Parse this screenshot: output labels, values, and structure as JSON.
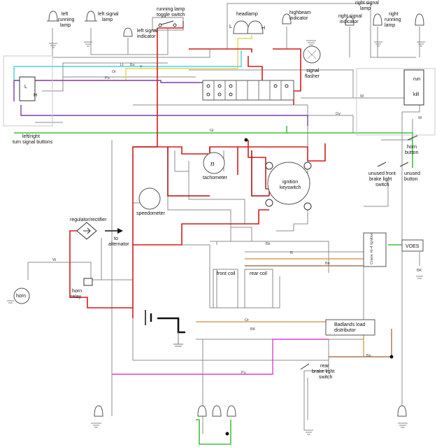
{
  "labels": {
    "left_running_lamp": [
      "left",
      "running",
      "lamp"
    ],
    "left_signal_lamp": [
      "left signal",
      "lamp"
    ],
    "left_signal_indicator": [
      "left signal",
      "indicator"
    ],
    "running_lamp_toggle": [
      "running lamp",
      "toggle switch"
    ],
    "headlamp": "headlamp",
    "highbeam_indicator": [
      "highbeam",
      "indicator"
    ],
    "right_signal_indicator": [
      "right signal",
      "indicator"
    ],
    "right_signal_lamp": [
      "right signal",
      "lamp"
    ],
    "right_running_lamp": [
      "right",
      "running",
      "lamp"
    ],
    "signal_flasher": [
      "signal",
      "flasher"
    ],
    "run": "run",
    "kill": "kill",
    "horn_button": [
      "horn",
      "button"
    ],
    "unused_front_brake": [
      "unused front",
      "brake light",
      "switch"
    ],
    "unused_button": [
      "unused",
      "button"
    ],
    "left_right_buttons": [
      "left/right",
      "turn signal buttons"
    ],
    "tachometer": "tachometer",
    "tach_symbol": "n",
    "ignition_keyswitch": [
      "ignition",
      "keyswitch"
    ],
    "speedometer": "speedometer",
    "regulator": "regulator/rectifier",
    "to_alternator": [
      "to",
      "alternator"
    ],
    "horn": "horn",
    "horn_relay": [
      "horn",
      "relay"
    ],
    "front_coil": "front coil",
    "rear_coil": "rear coil",
    "crane_ignition": "Crane Hi-4 Ignition",
    "voes": "VOES",
    "badlands": [
      "Badlands load",
      "distributor"
    ],
    "rear_brake": [
      "rear",
      "brake light",
      "switch"
    ],
    "hl_L": "L",
    "hl_H": "H",
    "box_L": "L",
    "box_H": "H"
  },
  "wire_tags": {
    "lt": "Lt",
    "bu": "Bu",
    "y": "Y",
    "or": "Or",
    "pu": "Pu",
    "w": "W",
    "gy": "Gy",
    "gr": "Gr",
    "bk": "Bk",
    "r": "R",
    "bn": "Bn",
    "v": "V",
    "or2": "Or",
    "bk2": "BK",
    "pu2": "Pu",
    "w2": "W",
    "bn2": "Bn",
    "bk3": "BK",
    "w3": "W"
  }
}
